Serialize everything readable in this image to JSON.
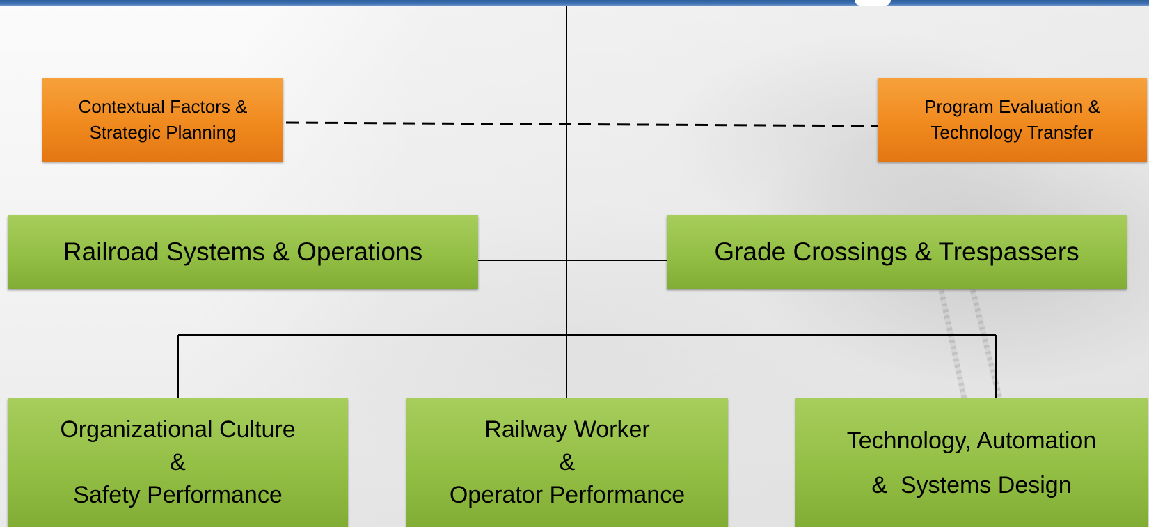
{
  "nodes": {
    "contextual": {
      "line1": "Contextual Factors &",
      "line2": "Strategic Planning"
    },
    "evaluation": {
      "line1": "Program Evaluation &",
      "line2": "Technology Transfer"
    },
    "railroad": {
      "label": "Railroad Systems & Operations"
    },
    "grade": {
      "label": "Grade Crossings & Trespassers"
    },
    "org": {
      "line1": "Organizational Culture",
      "line2": "&",
      "line3": "Safety Performance"
    },
    "worker": {
      "line1": "Railway Worker",
      "line2": "&",
      "line3": "Operator Performance"
    },
    "tech": {
      "line1": "Technology, Automation",
      "line2": "&  Systems Design"
    }
  },
  "colors": {
    "orange": "#f08a1e",
    "green": "#93bf45",
    "header_blue": "#3e73b5",
    "connector": "#000000"
  }
}
